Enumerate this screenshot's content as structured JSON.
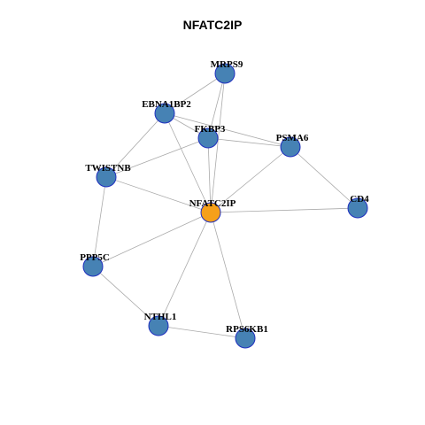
{
  "title": "NFATC2IP",
  "colors": {
    "node_fill": "#4682b4",
    "center_fill": "#f5a01a",
    "node_stroke": "#1f2fbf",
    "edge": "#aaaaaa"
  },
  "nodes": [
    {
      "id": "MRPS9",
      "label": "MRPS9",
      "center": false
    },
    {
      "id": "EBNA1BP2",
      "label": "EBNA1BP2",
      "center": false
    },
    {
      "id": "FKBP3",
      "label": "FKBP3",
      "center": false
    },
    {
      "id": "PSMA6",
      "label": "PSMA6",
      "center": false
    },
    {
      "id": "TWISTNB",
      "label": "TWISTNB",
      "center": false
    },
    {
      "id": "NFATC2IP",
      "label": "NFATC2IP",
      "center": true
    },
    {
      "id": "CD4",
      "label": "CD4",
      "center": false
    },
    {
      "id": "PPP5C",
      "label": "PPP5C",
      "center": false
    },
    {
      "id": "NTHL1",
      "label": "NTHL1",
      "center": false
    },
    {
      "id": "RPS6KB1",
      "label": "RPS6KB1",
      "center": false
    }
  ],
  "edges": [
    [
      "MRPS9",
      "EBNA1BP2"
    ],
    [
      "MRPS9",
      "FKBP3"
    ],
    [
      "MRPS9",
      "NFATC2IP"
    ],
    [
      "EBNA1BP2",
      "FKBP3"
    ],
    [
      "EBNA1BP2",
      "PSMA6"
    ],
    [
      "EBNA1BP2",
      "TWISTNB"
    ],
    [
      "EBNA1BP2",
      "NFATC2IP"
    ],
    [
      "FKBP3",
      "PSMA6"
    ],
    [
      "FKBP3",
      "TWISTNB"
    ],
    [
      "FKBP3",
      "NFATC2IP"
    ],
    [
      "PSMA6",
      "NFATC2IP"
    ],
    [
      "PSMA6",
      "CD4"
    ],
    [
      "TWISTNB",
      "NFATC2IP"
    ],
    [
      "TWISTNB",
      "PPP5C"
    ],
    [
      "NFATC2IP",
      "CD4"
    ],
    [
      "NFATC2IP",
      "PPP5C"
    ],
    [
      "NFATC2IP",
      "NTHL1"
    ],
    [
      "NFATC2IP",
      "RPS6KB1"
    ],
    [
      "PPP5C",
      "NTHL1"
    ],
    [
      "NTHL1",
      "RPS6KB1"
    ]
  ]
}
